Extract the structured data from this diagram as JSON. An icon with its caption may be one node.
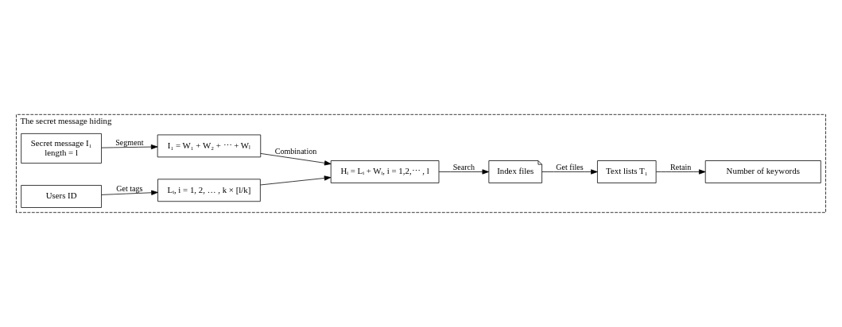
{
  "diagram": {
    "nodes": [
      {
        "text": [
          "The secret message hiding"
        ]
      },
      {
        "text": [
          "Secret message I₁",
          "length = l"
        ],
        "in": 0
      },
      {
        "text": [
          "I₁ = W₁ + W₂ + ⋯ + Wₗ"
        ],
        "in": 0
      },
      {
        "text": [
          "Users ID"
        ],
        "in": 0
      },
      {
        "text": [
          "Lᵢ, i = 1, 2, … , k × [l/k]"
        ],
        "in": 0
      },
      {
        "text": [
          "Hᵢ = Lᵢ + Wᵢ, i = 1,2,⋯ , l"
        ],
        "in": 0
      },
      {
        "text": [
          "Index files"
        ],
        "in": 0
      },
      {
        "text": [
          "Text lists T₁"
        ],
        "in": 0
      },
      {
        "text": [
          "Number of keywords"
        ],
        "in": 0
      }
    ],
    "edges": [
      {
        "from": 1,
        "to": 2,
        "arrow": "to",
        "label": "Segment"
      },
      {
        "from": 3,
        "to": 4,
        "arrow": "to",
        "label": "Get tags"
      },
      {
        "from": 2,
        "to": 5,
        "arrow": "to",
        "label": "Combination"
      },
      {
        "from": 4,
        "to": 5,
        "arrow": "to"
      },
      {
        "from": 5,
        "to": 6,
        "arrow": "to",
        "label": "Search"
      },
      {
        "from": 6,
        "to": 7,
        "arrow": "to",
        "label": "Get files"
      },
      {
        "from": 7,
        "to": 8,
        "arrow": "to",
        "label": "Retain"
      }
    ]
  }
}
